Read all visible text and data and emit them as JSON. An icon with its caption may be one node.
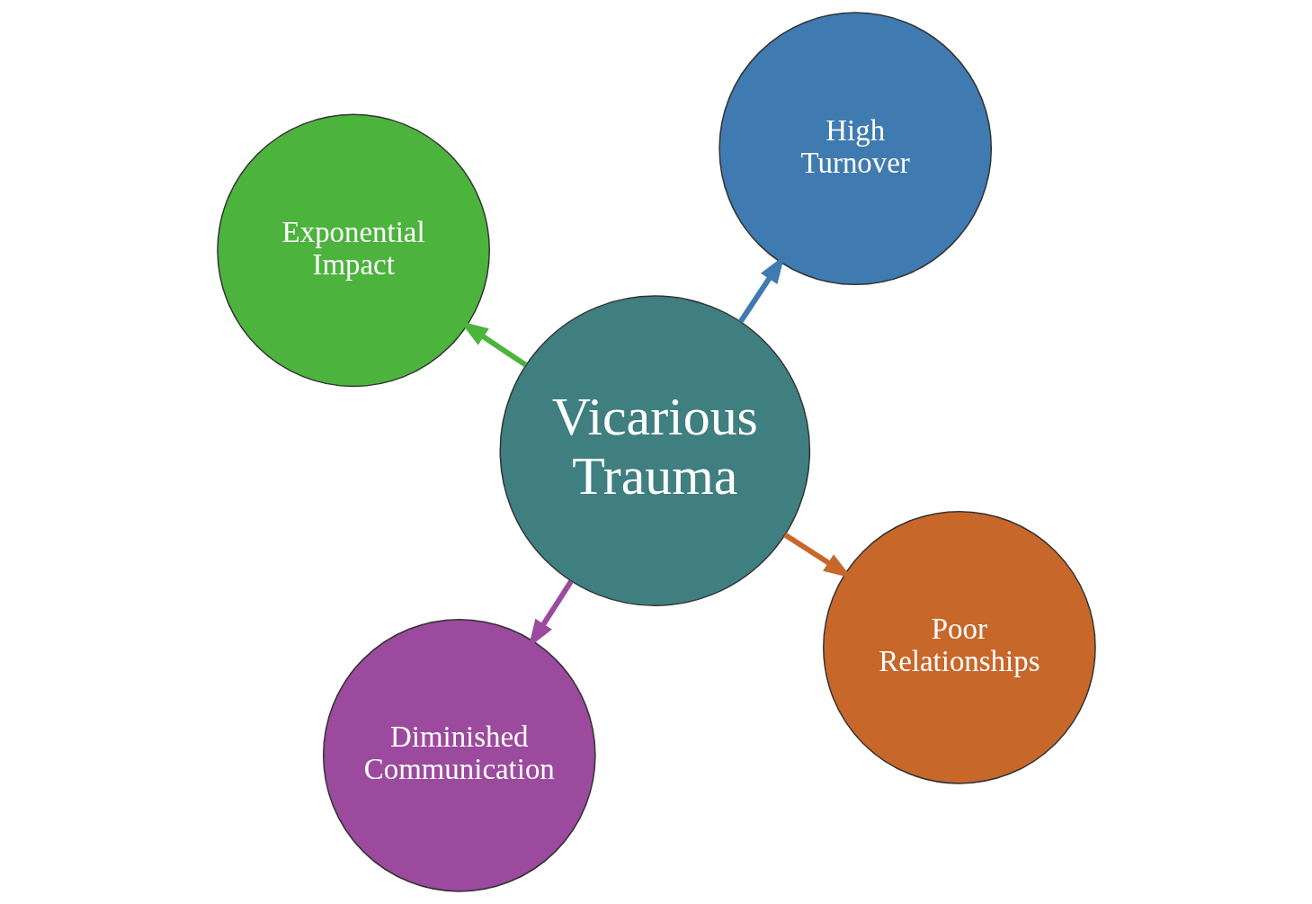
{
  "diagram": {
    "nodes": [
      {
        "text": [
          "Vicarious Trauma"
        ]
      },
      {
        "text": [
          "Poor Relationships"
        ]
      },
      {
        "text": [
          "Diminished Communication"
        ]
      },
      {
        "text": [
          "Exponential Impact"
        ]
      },
      {
        "text": [
          "High Turnover"
        ]
      }
    ],
    "edges": [
      {
        "from": 0,
        "to": 1,
        "arrow": "to",
        "color": "#c8672a"
      },
      {
        "from": 0,
        "to": 2,
        "arrow": "to",
        "color": "#9b4a9e"
      },
      {
        "from": 0,
        "to": 3,
        "arrow": "to",
        "color": "#4cb33d"
      },
      {
        "from": 0,
        "to": 4,
        "arrow": "to",
        "color": "#3f7bb0"
      }
    ]
  }
}
